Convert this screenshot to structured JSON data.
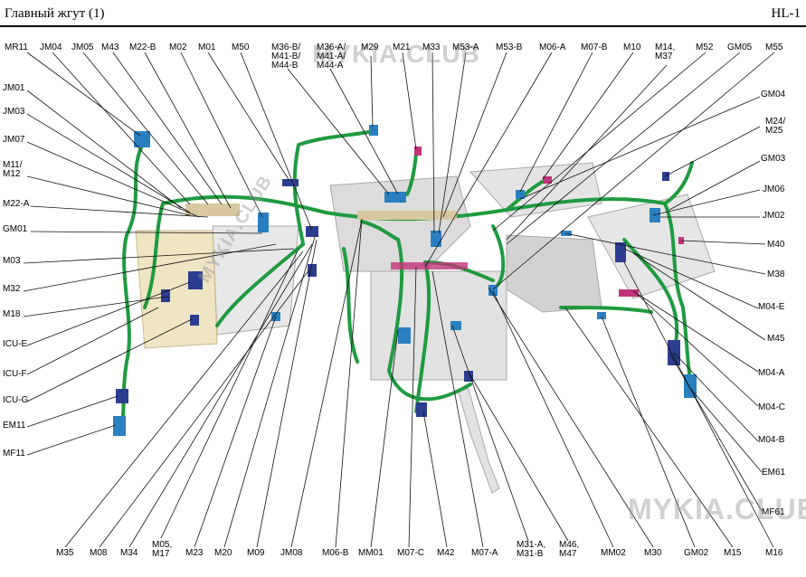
{
  "header": {
    "title": "Главный жгут (1)",
    "code": "HL-1"
  },
  "watermark": "MYKIA.CLUB",
  "colors": {
    "harness": "#1f9b3f",
    "connector": "#2c3d8f",
    "connector_blue": "#2a7fc0",
    "connector_pink": "#c2337a",
    "body": "#dadada",
    "leader": "#111111"
  },
  "labels": {
    "top": [
      "MR11",
      "JM04",
      "JM05",
      "M43",
      "M22-B",
      "M02",
      "M01",
      "M50",
      "M36-B/\nM41-B/\nM44-B",
      "M36-A/\nM41-A/\nM44-A",
      "M29",
      "M21",
      "M33",
      "M53-A",
      "M53-B",
      "M06-A",
      "M07-B",
      "M10",
      "M14,\nM37",
      "M52",
      "GM05",
      "M55"
    ],
    "left": [
      "JM01",
      "JM03",
      "JM07",
      "M11/\nM12",
      "M22-A",
      "GM01",
      "M03",
      "M32",
      "M18",
      "ICU-E",
      "ICU-F",
      "ICU-G",
      "EM11",
      "MF11"
    ],
    "right": [
      "GM04",
      "M24/\nM25",
      "GM03",
      "JM06",
      "JM02",
      "M40",
      "M38",
      "M04-E",
      "M45",
      "M04-A",
      "M04-C",
      "M04-B",
      "EM61",
      "MF61"
    ],
    "bottom": [
      "M35",
      "M08",
      "M34",
      "M05,\nM17",
      "M23",
      "M20",
      "M09",
      "JM08",
      "M06-B",
      "MM01",
      "M07-C",
      "M42",
      "M07-A",
      "M31-A,\nM31-B",
      "M46,\nM47",
      "MM02",
      "M30",
      "GM02",
      "M15",
      "M16"
    ]
  }
}
